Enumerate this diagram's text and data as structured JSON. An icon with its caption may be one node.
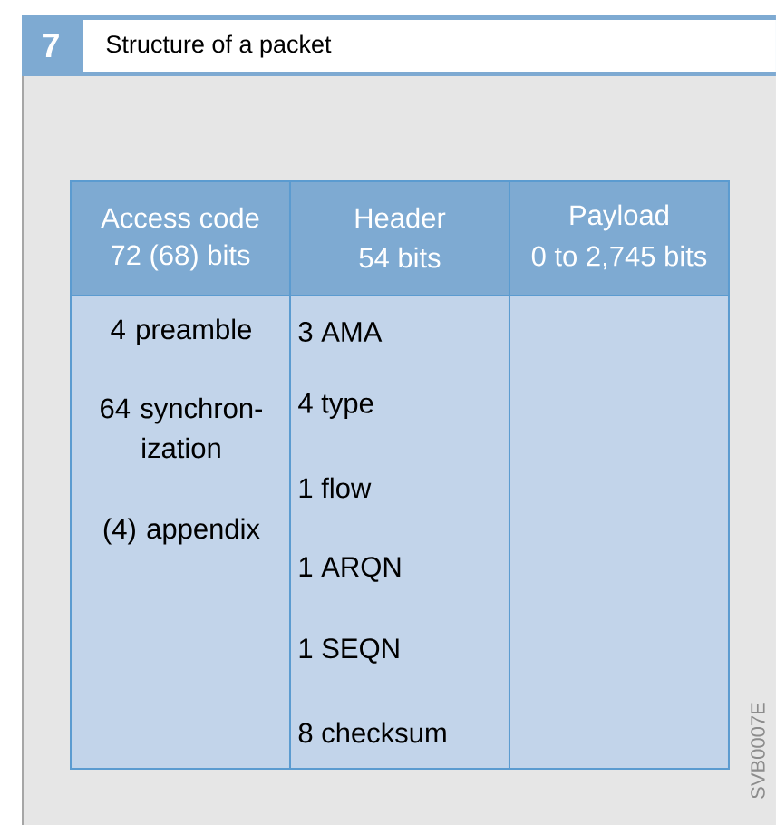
{
  "diagram": {
    "title": "Structure of a packet",
    "labels": [
      "7",
      "Access code",
      "72 (68) bits",
      "Header",
      "54 bits",
      "Payload",
      "0 to 2,745 bits",
      "4 preamble",
      "3 AMA",
      "64 synchron- ization",
      "4 type",
      "1 flow",
      "(4) appendix",
      "1 ARQN",
      "1 SEQN",
      "8 checksum",
      "SVB0007E"
    ]
  }
}
